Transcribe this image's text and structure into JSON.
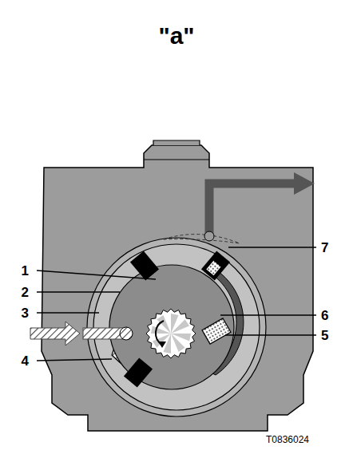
{
  "diagram": {
    "title": "\"a\"",
    "labels": [
      "1",
      "2",
      "3",
      "4",
      "5",
      "6",
      "7",
      "T0836024"
    ]
  }
}
